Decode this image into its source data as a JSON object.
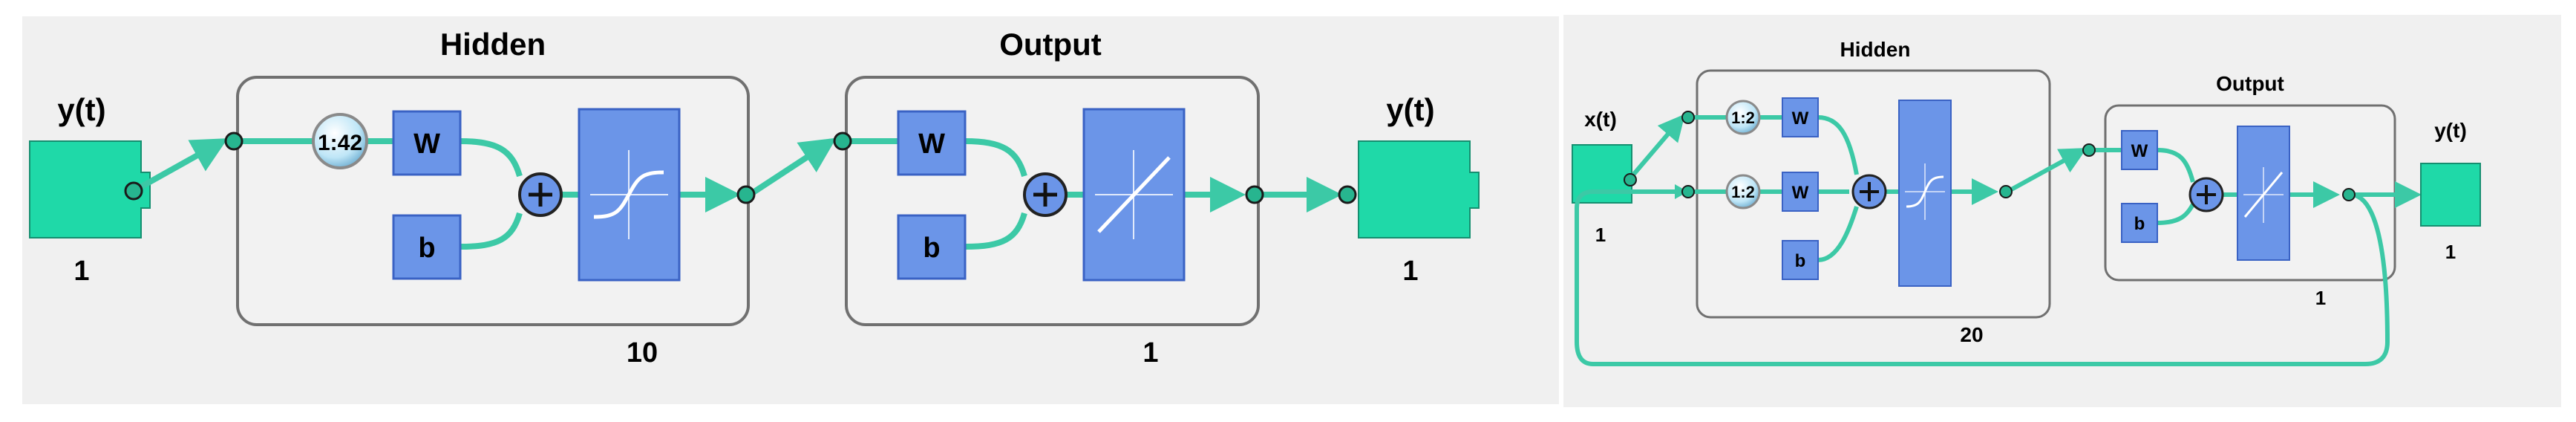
{
  "left_diagram": {
    "input_label": "y(t)",
    "input_size": "1",
    "hidden_title": "Hidden",
    "hidden_delay": "1:42",
    "hidden_weight": "W",
    "hidden_bias": "b",
    "hidden_size": "10",
    "output_title": "Output",
    "output_weight": "W",
    "output_bias": "b",
    "output_size": "1",
    "output_label": "y(t)",
    "output_io_size": "1"
  },
  "right_diagram": {
    "input_label": "x(t)",
    "input_size": "1",
    "hidden_title": "Hidden",
    "hidden_delay_1": "1:2",
    "hidden_delay_2": "1:2",
    "hidden_weight_1": "W",
    "hidden_weight_2": "W",
    "hidden_bias": "b",
    "hidden_size": "20",
    "output_title": "Output",
    "output_weight": "W",
    "output_bias": "b",
    "output_size": "1",
    "output_label": "y(t)",
    "output_io_size": "1"
  },
  "colors": {
    "io_block": "#1fd9a8",
    "connection": "#3cc9a6",
    "block_blue": "#6b95e8",
    "block_border": "#3a62c4",
    "layer_box": "#f2f2f2",
    "layer_border": "#707070",
    "background": "#f0f0f0"
  }
}
